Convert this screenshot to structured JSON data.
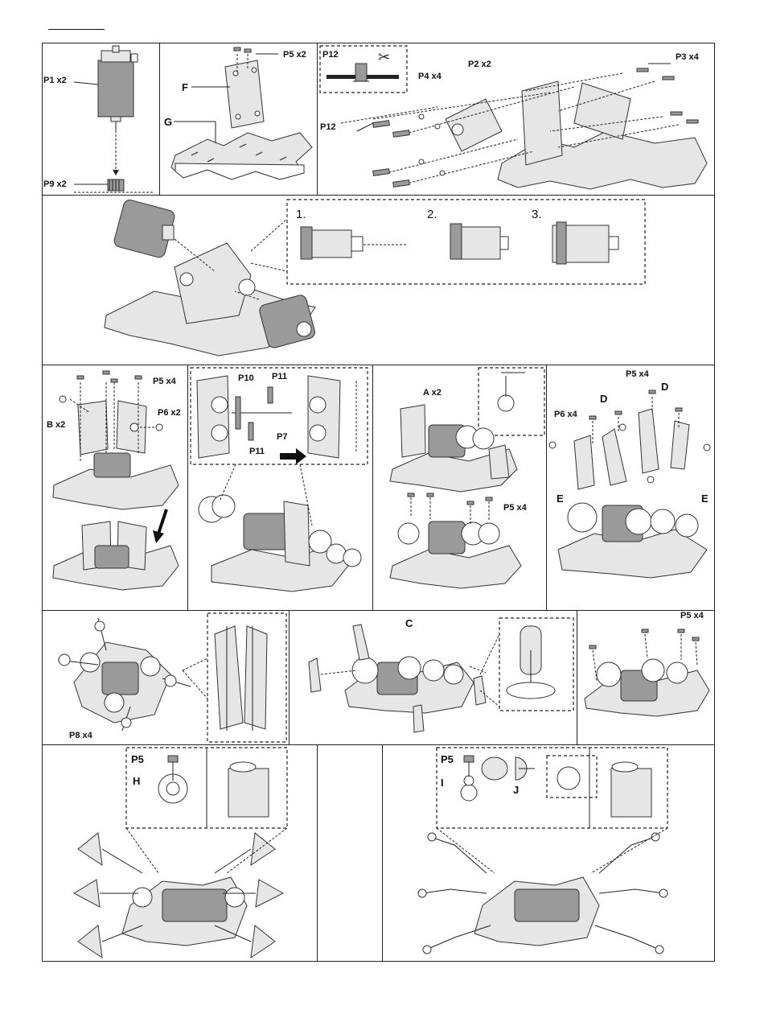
{
  "header": {
    "underline": "underline"
  },
  "labels": {
    "p1": "P1 x2",
    "p9": "P9 x2",
    "p5_x2": "P5 x2",
    "f": "F",
    "g": "G",
    "p12_top": "P12",
    "p12": "P12",
    "p4": "P4 x4",
    "p2": "P2 x2",
    "p3": "P3 x4",
    "step1": "1.",
    "step2": "2.",
    "step3": "3.",
    "p5_x4_a": "P5 x4",
    "b": "B x2",
    "p6_x2": "P6 x2",
    "p10": "P10",
    "p11_a": "P11",
    "p7": "P7",
    "p11_b": "P11",
    "a": "A x2",
    "p5_x4_b": "P5 x4",
    "p5_x4_c": "P5 x4",
    "d_left": "D",
    "d_right": "D",
    "p6_x4": "P6 x4",
    "e_left": "E",
    "e_right": "E",
    "p8": "P8 x4",
    "c": "C",
    "p5_x4_d": "P5 x4",
    "p5_h": "P5",
    "h": "H",
    "p5_i": "P5",
    "i": "I",
    "j": "J"
  },
  "icons": {
    "scissors": "scissors-icon",
    "arrow": "arrow-right-icon",
    "arrow_down": "arrow-down-icon"
  },
  "colors": {
    "line": "#222222",
    "part_fill": "#e6e6e6",
    "motor_fill": "#9a9a9a"
  }
}
